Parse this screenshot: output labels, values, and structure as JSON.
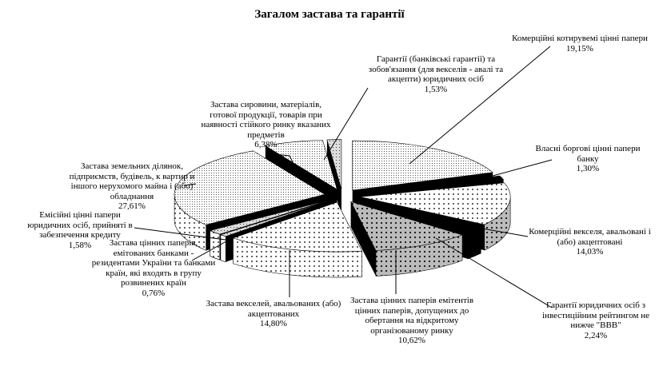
{
  "chart_data": {
    "type": "pie",
    "title": "Загалом застава та гарантії",
    "style": "3d-exploded",
    "slices": [
      {
        "label": "Комерційні котирувемі цінні папери",
        "value": 19.15,
        "display": "19,15%"
      },
      {
        "label": "Власні боргові цінні папери банку",
        "value": 1.3,
        "display": "1,30%"
      },
      {
        "label": "Комерційні векселя, авальовані і (або) акцептовані",
        "value": 14.03,
        "display": "14,03%"
      },
      {
        "label": "Гарантії юридичних осіб з інвестиційним рейтингом не нижче \"ВВВ\"",
        "value": 2.24,
        "display": "2,24%"
      },
      {
        "label": "Застава цінних паперів емітентів цінних паперів, допущених до обертання на відкритому організованому ринку",
        "value": 10.62,
        "display": "10,62%"
      },
      {
        "label": "Застава векселей, авальованих (або) акцептованих",
        "value": 14.8,
        "display": "14,80%"
      },
      {
        "label": "Застава цінних паперів, емітованих банками - резидентами України та банками країн, які входять в групу розвинених країн",
        "value": 0.76,
        "display": "0,76%"
      },
      {
        "label": "Емісійні цінні папери юридичних осіб, прийняті в забезпечення кредиту",
        "value": 1.58,
        "display": "1,58%"
      },
      {
        "label": "Застава земельних ділянок, підприємств, будівель, к вартир и іншого нерухомого майна і (або) обладнання",
        "value": 27.61,
        "display": "27,61%"
      },
      {
        "label": "Застава сировини, матеріалів, готової продукції, товарів при наявності стійкого ринку вказаних предметів",
        "value": 6.38,
        "display": "6,38%"
      },
      {
        "label": "Гарантії (банківські гарантії) та зобов'язання (для векселів - авалі та акцепти) юридичних осіб",
        "value": 1.53,
        "display": "1,53%"
      }
    ]
  }
}
